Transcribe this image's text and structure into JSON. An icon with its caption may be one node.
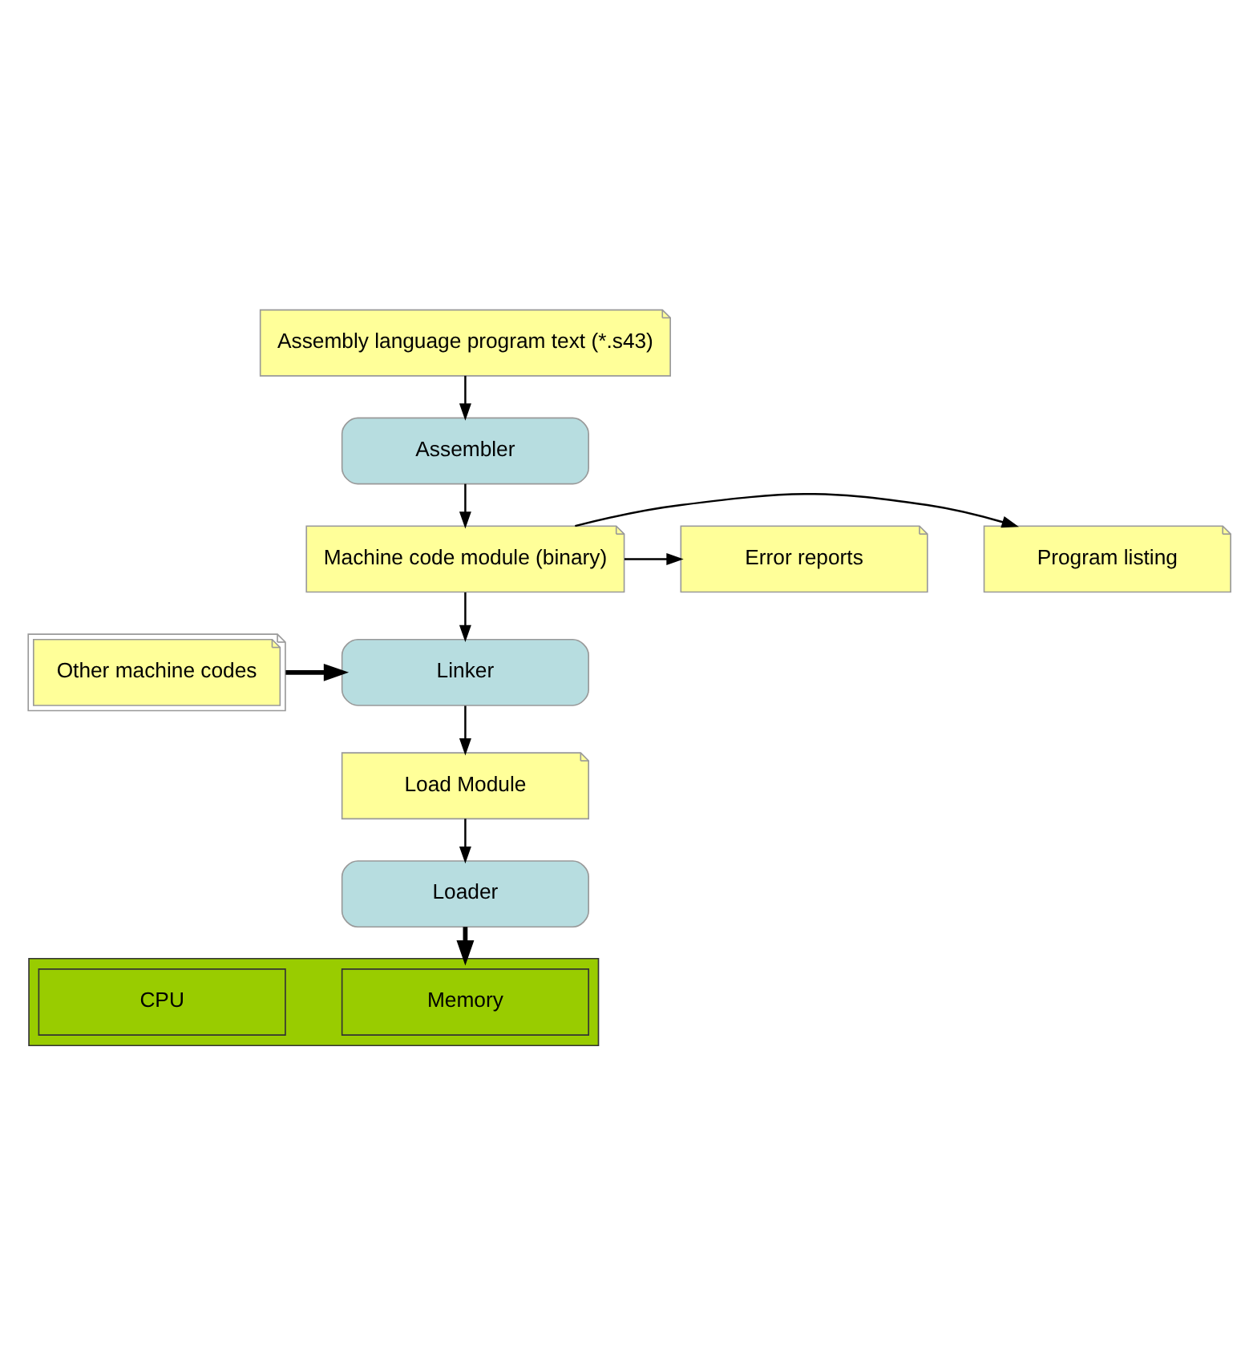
{
  "diagram": {
    "nodes": [
      {
        "text": [
          "Assembly language program text (*.s43)"
        ]
      },
      {
        "text": [
          "Assembler"
        ]
      },
      {
        "text": [
          "Machine code module (binary)"
        ]
      },
      {
        "text": [
          "Program listing"
        ]
      },
      {
        "text": [
          "Error reports"
        ]
      },
      {
        "text": [
          "Linker"
        ]
      },
      {
        "text": [
          "Other machine codes"
        ]
      },
      {
        "text": [
          "Load Module"
        ]
      },
      {
        "text": [
          "Loader"
        ]
      },
      {
        "text": [],
        "shape": "box"
      },
      {
        "text": [
          "Memory"
        ],
        "in": 9
      },
      {
        "text": [
          "CPU"
        ],
        "in": 9
      }
    ],
    "edges": [
      {
        "from": 0,
        "to": 1,
        "arrow": "to"
      },
      {
        "from": 1,
        "to": 2,
        "arrow": "to"
      },
      {
        "from": 2,
        "to": 3,
        "arrow": "to"
      },
      {
        "from": 2,
        "to": 4,
        "arrow": "to"
      },
      {
        "from": 2,
        "to": 5,
        "arrow": "to"
      },
      {
        "from": 6,
        "to": 5,
        "arrow": "to",
        "style": "thick"
      },
      {
        "from": 5,
        "to": 7,
        "arrow": "to"
      },
      {
        "from": 7,
        "to": 8,
        "arrow": "to"
      },
      {
        "from": 8,
        "to": 9,
        "arrow": "to",
        "style": "thick"
      }
    ]
  }
}
